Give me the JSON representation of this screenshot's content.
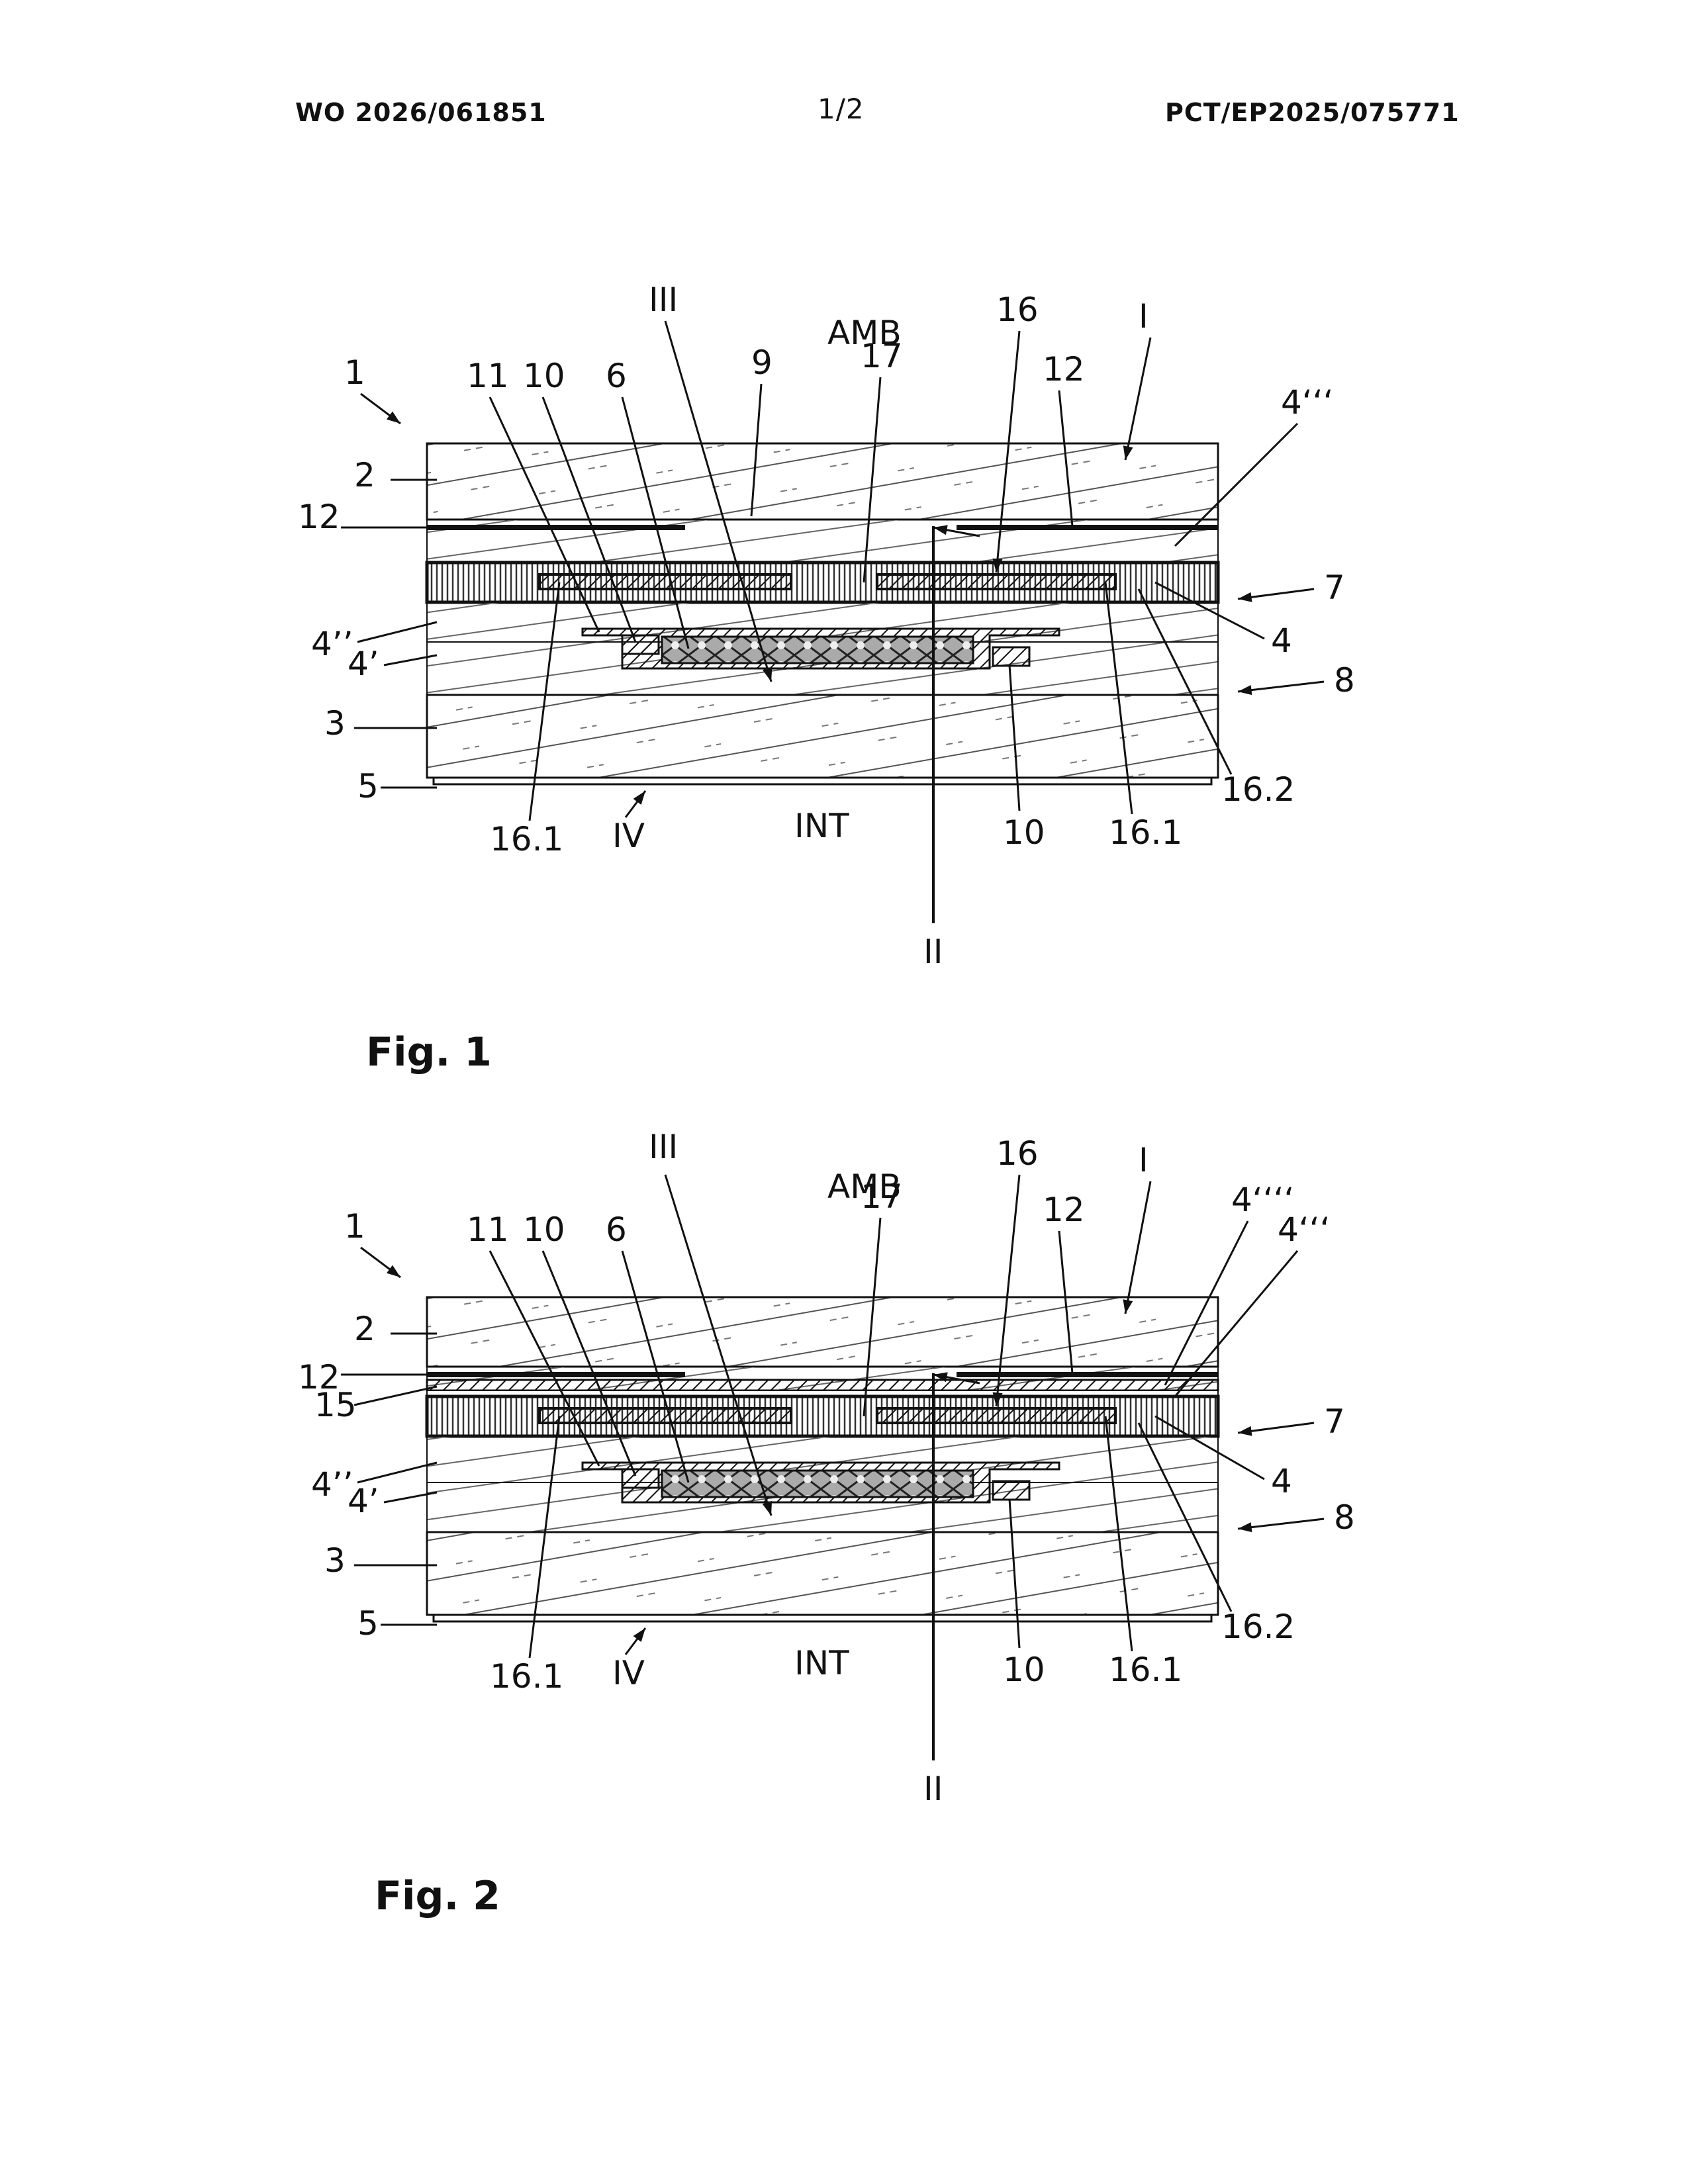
{
  "header": {
    "left": "WO 2026/061851",
    "center": "1/2",
    "right": "PCT/EP2025/075771"
  },
  "figures": [
    {
      "caption": "Fig. 1",
      "labels": {
        "ref_1": "1",
        "ref_2": "2",
        "ref_3": "3",
        "ref_4": "4",
        "ref_4p": "4’",
        "ref_4pp": "4’’",
        "ref_4ppp": "4‘‘‘",
        "ref_5": "5",
        "ref_6": "6",
        "ref_7": "7",
        "ref_8": "8",
        "ref_9": "9",
        "ref_10a": "10",
        "ref_10b": "10",
        "ref_11": "11",
        "ref_12a": "12",
        "ref_12b": "12",
        "ref_16": "16",
        "ref_16_1a": "16.1",
        "ref_16_1b": "16.1",
        "ref_16_2": "16.2",
        "ref_17": "17",
        "ref_I": "I",
        "ref_II": "II",
        "ref_III": "III",
        "ref_IV": "IV",
        "amb": "AMB",
        "int": "INT"
      }
    },
    {
      "caption": "Fig. 2",
      "labels": {
        "ref_1": "1",
        "ref_2": "2",
        "ref_3": "3",
        "ref_4": "4",
        "ref_4p": "4’",
        "ref_4pp": "4’’",
        "ref_4ppp": "4‘‘‘",
        "ref_4pppp": "4‘‘‘‘",
        "ref_5": "5",
        "ref_6": "6",
        "ref_7": "7",
        "ref_8": "8",
        "ref_10a": "10",
        "ref_10b": "10",
        "ref_11": "11",
        "ref_12a": "12",
        "ref_12b": "12",
        "ref_15": "15",
        "ref_16": "16",
        "ref_16_1a": "16.1",
        "ref_16_1b": "16.1",
        "ref_16_2": "16.2",
        "ref_17": "17",
        "ref_I": "I",
        "ref_II": "II",
        "ref_III": "III",
        "ref_IV": "IV",
        "amb": "AMB",
        "int": "INT"
      }
    }
  ]
}
